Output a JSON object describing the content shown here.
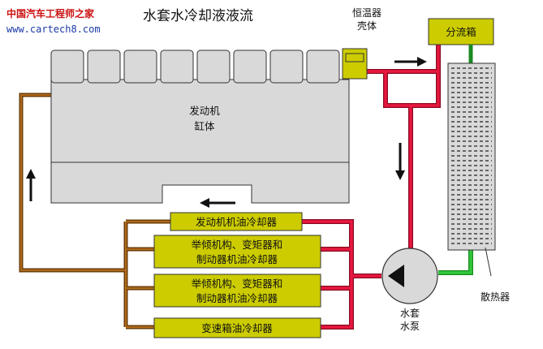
{
  "header": {
    "logo_text": "中国汽车工程师之家",
    "logo_url": "www.cartech8.com",
    "title": "水套水冷却液液流"
  },
  "labels": {
    "thermostat_line1": "恒温器",
    "thermostat_line2": "壳体",
    "manifold": "分流箱",
    "engine_line1": "发动机",
    "engine_line2": "缸体",
    "radiator": "散热器",
    "pump_line1": "水套",
    "pump_line2": "水泵"
  },
  "coolers": [
    {
      "lines": [
        "发动机机油冷却器"
      ]
    },
    {
      "lines": [
        "举倾机构、变矩器和",
        "制动器机油冷却器"
      ]
    },
    {
      "lines": [
        "举倾机构、变矩器和",
        "制动器机油冷却器"
      ]
    },
    {
      "lines": [
        "变速箱油冷却器"
      ]
    }
  ],
  "colors": {
    "hot_pipe": "#e8173f",
    "cool_pipe": "#32c83a",
    "return_pipe": "#9b5a12",
    "cooler_fill": "#cccc00",
    "engine_fill": "#d9d9d9",
    "radiator_fill": "#d9d9d9",
    "logo_red": "#cc1010",
    "logo_blue": "#1a3aa8"
  }
}
